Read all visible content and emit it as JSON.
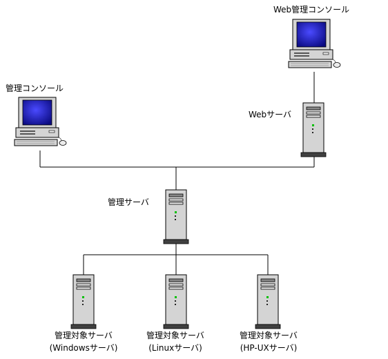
{
  "labels": {
    "web_console": "Web管理コンソール",
    "admin_console": "管理コンソール",
    "web_server": "Webサーバ",
    "admin_server": "管理サーバ",
    "target_windows_line1": "管理対象サーバ",
    "target_windows_line2": "(Windowsサーバ)",
    "target_linux_line1": "管理対象サーバ",
    "target_linux_line2": "(Linuxサーバ)",
    "target_hpux_line1": "管理対象サーバ",
    "target_hpux_line2": "(HP-UXサーバ)"
  },
  "colors": {
    "line": "#000000",
    "case": "#d4d4d4",
    "screen": "#1a1aa8",
    "led": "#00c000",
    "base": "#404040"
  }
}
